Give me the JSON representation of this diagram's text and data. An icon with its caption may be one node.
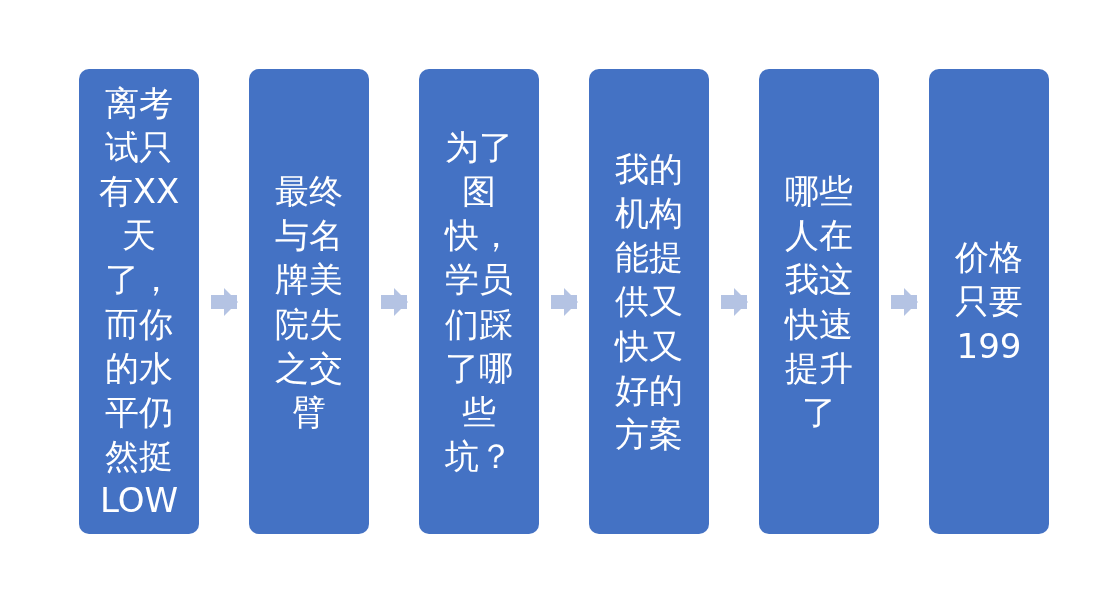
{
  "diagram": {
    "nodes": [
      {
        "text": [
          "离考试只有XX天了，而你的水平仍然挺LOW"
        ]
      },
      {
        "text": [
          "最终与名牌美院失之交臂"
        ]
      },
      {
        "text": [
          "为了图快，学员们踩了哪些坑？"
        ]
      },
      {
        "text": [
          "我的机构能提供又快又好的方案"
        ]
      },
      {
        "text": [
          "哪些人在我这快速提升了"
        ]
      },
      {
        "text": [
          "价格只要199"
        ]
      }
    ],
    "edges": [
      {
        "from": 0,
        "to": 1,
        "arrow": "to"
      },
      {
        "from": 1,
        "to": 2,
        "arrow": "to"
      },
      {
        "from": 2,
        "to": 3,
        "arrow": "to"
      },
      {
        "from": 3,
        "to": 4,
        "arrow": "to"
      },
      {
        "from": 4,
        "to": 5,
        "arrow": "to"
      }
    ]
  }
}
